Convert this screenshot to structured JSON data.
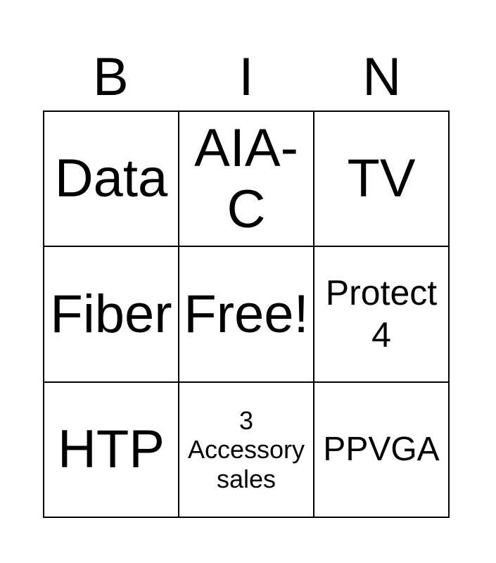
{
  "page": {
    "background_color": "#ffffff",
    "grid_line_color": "#000000",
    "text_color": "#000000"
  },
  "bingo_card": {
    "header_letters": [
      "B",
      "I",
      "N"
    ],
    "rows": 3,
    "columns": 3,
    "cells": [
      {
        "row": 1,
        "col": 1,
        "text": "Data"
      },
      {
        "row": 1,
        "col": 2,
        "text": "AIA-C"
      },
      {
        "row": 1,
        "col": 3,
        "text": "TV"
      },
      {
        "row": 2,
        "col": 1,
        "text": "Fiber"
      },
      {
        "row": 2,
        "col": 2,
        "text": "Free!"
      },
      {
        "row": 2,
        "col": 3,
        "text": "Protect 4"
      },
      {
        "row": 3,
        "col": 1,
        "text": "HTP"
      },
      {
        "row": 3,
        "col": 2,
        "text": "3 Accessory sales"
      },
      {
        "row": 3,
        "col": 3,
        "text": "PPVGA"
      }
    ],
    "free_space_label": "Free!"
  }
}
